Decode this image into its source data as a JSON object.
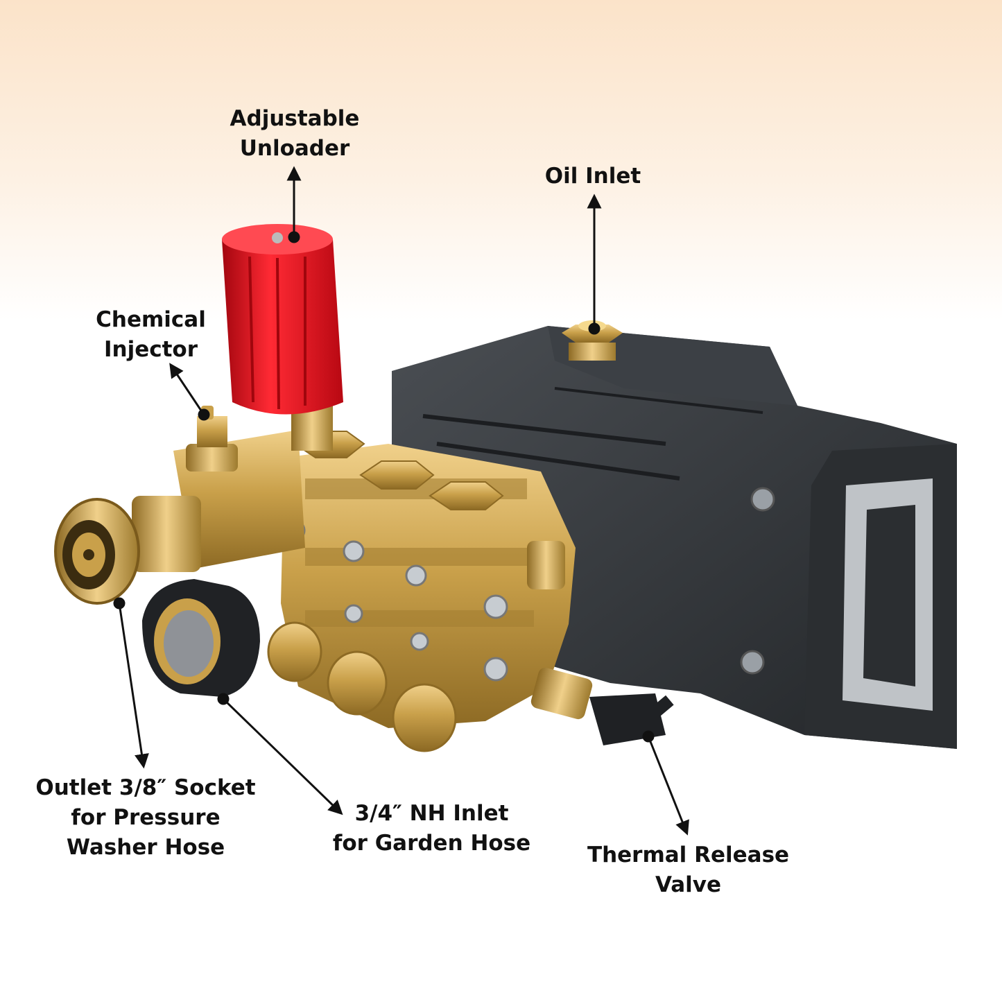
{
  "labels": {
    "adjustable_unloader": {
      "line1": "Adjustable",
      "line2": "Unloader"
    },
    "oil_inlet": {
      "line1": "Oil Inlet"
    },
    "chemical_injector": {
      "line1": "Chemical",
      "line2": "Injector"
    },
    "outlet_socket": {
      "line1": "Outlet 3/8″ Socket",
      "line2": "for Pressure",
      "line3": "Washer Hose"
    },
    "nh_inlet": {
      "line1": "3/4″ NH Inlet",
      "line2": "for Garden Hose"
    },
    "thermal_release": {
      "line1": "Thermal Release",
      "line2": "Valve"
    }
  },
  "colors": {
    "brass": "#c9a04a",
    "brass_dark": "#8d6a24",
    "housing": "#2f3236",
    "housing_light": "#4a4e53",
    "unloader_cap": "#e0101c",
    "arrow": "#111111"
  }
}
